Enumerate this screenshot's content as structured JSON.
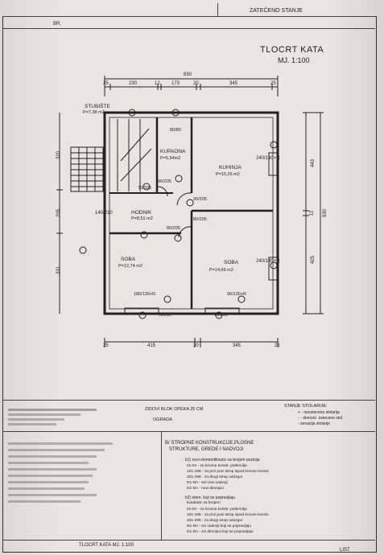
{
  "header": {
    "status_label": "ZATEČENO STANJE",
    "br_label": "BR.",
    "plan_title": "TLOCRT KATA",
    "plan_scale": "MJ. 1:100"
  },
  "rooms": [
    {
      "name": "STUBIŠTE",
      "area": "P=7,38 m2"
    },
    {
      "name": "KUPAONA",
      "area": "P=5,54m2"
    },
    {
      "name": "KUHINJA",
      "area": "P=15,26 m2"
    },
    {
      "name": "HODNIK",
      "area": "P=8,51 m2"
    },
    {
      "name": "SOBA",
      "area": "P=12,74 m2"
    },
    {
      "name": "SOBA",
      "area": "P=14,66 m2"
    }
  ],
  "dimensions": {
    "top_total": "830",
    "top_segments": [
      "25",
      "230",
      "12",
      "173",
      "20",
      "345",
      "25"
    ],
    "bottom_segments": [
      "25",
      "415",
      "20",
      "345",
      "25"
    ],
    "right_segments": [
      "443",
      "12",
      "425"
    ],
    "right_total": "930",
    "left_segments": [
      "320",
      "205",
      "331"
    ],
    "openings": [
      "80/80",
      "90/205",
      "80/205",
      "70/205",
      "90/205",
      "80/205",
      "240/130+R",
      "240/130+R",
      "140/210",
      "180/130+R",
      "70/210",
      "90/130+R",
      "70/210"
    ]
  },
  "legend": {
    "walls_label": "ZIDOVI BLOK OPEKA 25 CM",
    "fence_label": "OGRADA",
    "carpentry_title": "STANJE STOLARIJE:",
    "carpentry_items": [
      "+ - neostecena stolarija",
      "- - demont. ostecene stol.",
      "- senacija stolarije"
    ],
    "structures_title": "B/ STROPNE KONSTRUKCIJE,PLOSNE",
    "structures_subtitle": "STRUKTURE, GREDE I NADVOJI",
    "structures_a_title": "b1) novi elementikruzic sa brojem pozicija",
    "structures_a_items": [
      "01-0n - za krovnu konstr. potkrovlja",
      "101-199 - za prvi puni strop ispod krovne konstr.",
      "201-299 - za drugi strop odozgor",
      "N1-Nn - svi novi nadvoji",
      "D1-Dn - novi dimnjaci"
    ],
    "structures_b_title": "b2) elem. koji se popravljaju",
    "structures_b_subtitle": "kvadratic sa brojem",
    "structures_b_items": [
      "01-0n - za krovnu konstr. potkrovlja",
      "101-199 - za prvi puni strop ispod krovne konstr.",
      "201-299 - za drugi strop odozgor",
      "N1-Nn - svi nadvoji koji se popravljaju",
      "D1-Dn - svi dimnjaci koji se popravljaju"
    ]
  },
  "footer": {
    "title": "TLOCRT KATA MJ. 1:100",
    "sheet_label": "LIST"
  }
}
